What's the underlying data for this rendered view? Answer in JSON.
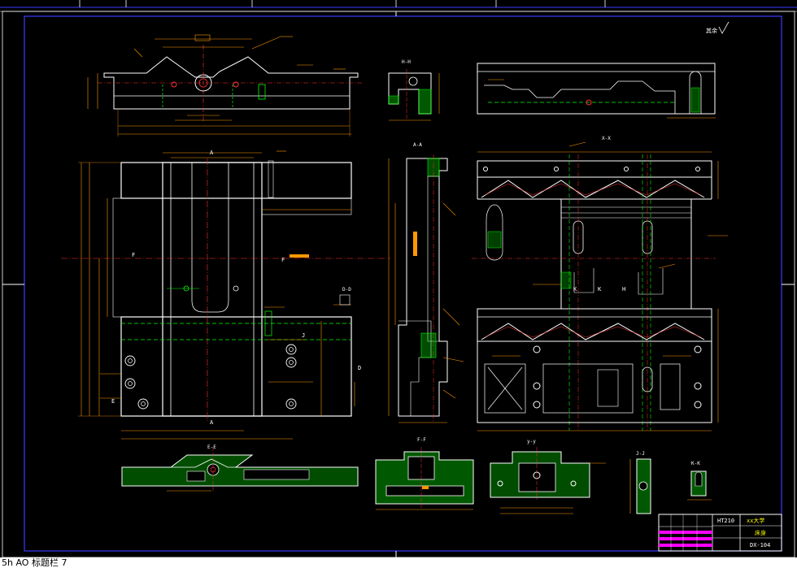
{
  "drawing": {
    "section_labels": {
      "hh": "H-H",
      "aa": "A-A",
      "dd": "D-D",
      "ee": "E-E",
      "ff": "F-F",
      "yy": "y-y",
      "jj": "J-J",
      "kk": "K-K",
      "xx": "X-X"
    },
    "cut_marks": {
      "f_left": "F",
      "f_right": "F",
      "a_top": "A",
      "a_bottom": "A",
      "e_left": "E",
      "j_mark": "J",
      "d_mark": "D",
      "k_left": "K",
      "k_right": "K",
      "h_mark": "H"
    },
    "roughness_note": "其余",
    "title_block": {
      "material": "HT210",
      "school": "xx大学",
      "part_name": "床身",
      "drawing_no": "DX-104"
    }
  },
  "status_bar": {
    "text": "5h AO 标题栏 7"
  },
  "colors": {
    "background": "#000000",
    "outline": "#ffffff",
    "dimension": "#ff9900",
    "hatch": "#00ff00",
    "center": "#ff3333",
    "frame": "#3b3bff",
    "title_block": "#ff00ff"
  }
}
